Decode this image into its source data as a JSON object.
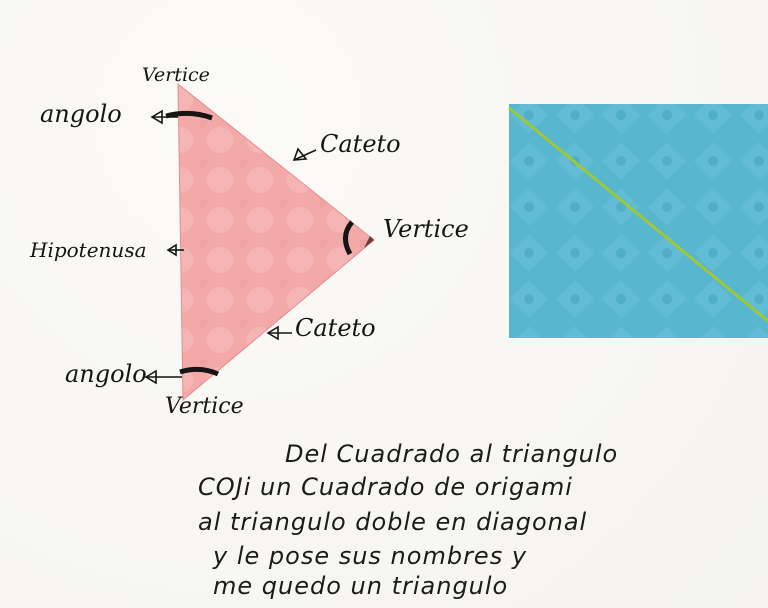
{
  "labels": {
    "vertex_top": "Vertice",
    "vertex_right": "Vertice",
    "vertex_bottom": "Vertice",
    "angle_top": "angolo",
    "angle_bottom": "angolo",
    "leg_top": "Cateto",
    "leg_bottom": "Cateto",
    "hypotenuse": "Hipotenusa"
  },
  "note": {
    "line1": "Del Cuadrado al triangulo",
    "line2": "COJi un Cuadrado de origami",
    "line3": "al triangulo doble en diagonal",
    "line4": "y le pose sus nombres y",
    "line5": "me quedo un triangulo"
  },
  "colors": {
    "triangle_paper": "#f2a9a8",
    "square_paper": "#58b6cf",
    "fold_line": "#9cc83a",
    "ink": "#151515",
    "page": "#f7f6f3"
  }
}
